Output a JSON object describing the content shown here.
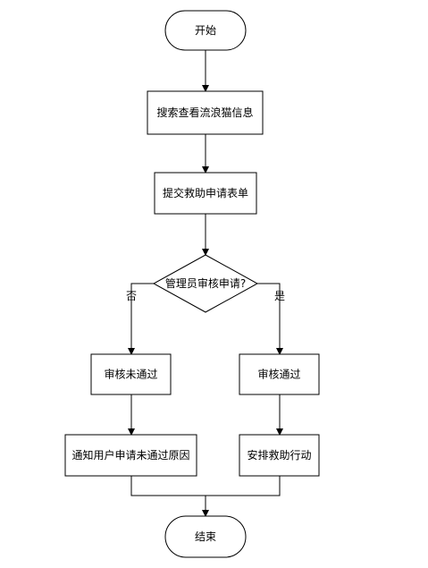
{
  "flowchart": {
    "start": "开始",
    "step1": "搜索查看流浪猫信息",
    "step2": "提交救助申请表单",
    "decision": "管理员审核申请?",
    "branch_no": "否",
    "branch_yes": "是",
    "rejected": "审核未通过",
    "approved": "审核通过",
    "notify": "通知用户申请未通过原因",
    "arrange": "安排救助行动",
    "end": "结束"
  }
}
